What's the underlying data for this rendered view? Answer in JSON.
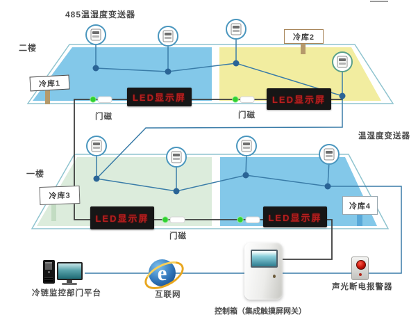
{
  "title": "485温湿度变送器",
  "floors": {
    "second": {
      "label": "二楼"
    },
    "first": {
      "label": "一楼"
    }
  },
  "signs": {
    "cold1": "冷库1",
    "cold2": "冷库2",
    "cold3": "冷库3",
    "cold4": "冷库4"
  },
  "labels": {
    "led_display": "LED显示屏",
    "door_magnet": "门磁",
    "transmitter_right": "温湿度变送器",
    "platform": "冷链监控部门平台",
    "internet": "互联网",
    "control_box": "控制箱（集成触摸屏网关）",
    "alarm": "声光断电报警器"
  },
  "icons": {
    "sensor": "temp-humidity-sensor-icon",
    "computer": "desktop-computer-icon",
    "browser": "internet-explorer-icon",
    "control_box": "control-cabinet-icon",
    "alarm": "sound-light-alarm-icon"
  },
  "colors": {
    "floor_blue": "#83c8e9",
    "floor_yellow": "#f2eda0",
    "floor_green": "#dcecdc",
    "floor_outline": "#8fc4cf",
    "wire_blue": "#3a7ca8",
    "wire_dark": "#3d3d3d",
    "node_blue": "#2a6496",
    "magnet_green": "#2fd12f",
    "led_background": "#161616",
    "led_text": "#b51f1f",
    "alarm_red": "#c21208"
  }
}
